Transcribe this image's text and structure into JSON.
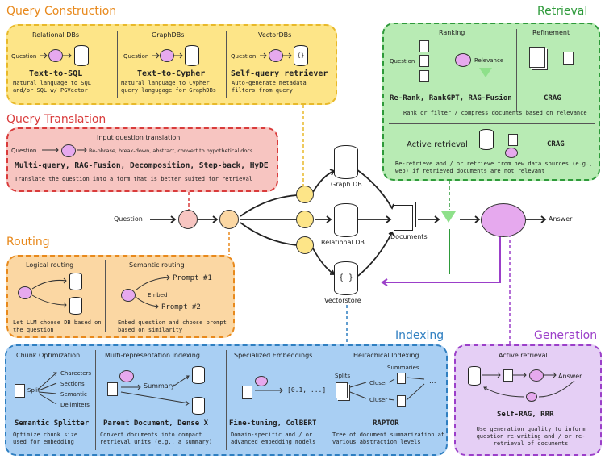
{
  "sections": {
    "query_construction": {
      "title": "Query Construction",
      "relational": {
        "header": "Relational DBs",
        "question": "Question",
        "method": "Text-to-SQL",
        "desc": "Natural language to SQL and/or SQL w/ PGVector"
      },
      "graph": {
        "header": "GraphDBs",
        "question": "Question",
        "method": "Text-to-Cypher",
        "desc": "Natural language to Cypher query langugage for GraphDBs"
      },
      "vector": {
        "header": "VectorDBs",
        "question": "Question",
        "method": "Self-query retriever",
        "desc": "Auto-generate metadata filters from query"
      }
    },
    "query_translation": {
      "title": "Query Translation",
      "header": "Input question translation",
      "question": "Question",
      "flow": "Re-phrase, break-down, abstract, convert to hypothetical docs",
      "methods": "Multi-query, RAG-Fusion, Decomposition, Step-back, HyDE",
      "desc": "Translate the question into a form that is better suited for retrieval"
    },
    "routing": {
      "title": "Routing",
      "logical": {
        "header": "Logical routing",
        "desc": "Let LLM choose DB based on the question"
      },
      "semantic": {
        "header": "Semantic routing",
        "prompt1": "Prompt #1",
        "embed": "Embed",
        "prompt2": "Prompt #2",
        "desc": "Embed question and choose prompt based on similarity"
      }
    },
    "retrieval": {
      "title": "Retrieval",
      "ranking": {
        "header": "Ranking",
        "question": "Question",
        "relevance": "Relevance",
        "methods": "Re-Rank, RankGPT, RAG-Fusion",
        "desc": "Rank or filter / compress documents based on relevance"
      },
      "refinement": {
        "header": "Refinement",
        "method": "CRAG"
      },
      "active": {
        "header": "Active retrieval",
        "method": "CRAG",
        "desc": "Re-retrieve and / or retrieve from new data sources (e.g., web) if retrieved documents are not relevant"
      }
    },
    "indexing": {
      "title": "Indexing",
      "chunk": {
        "header": "Chunk Optimization",
        "split": "Split",
        "items": [
          "Charecters",
          "Sections",
          "Semantic",
          "Delimiters"
        ],
        "method": "Semantic Splitter",
        "desc": "Optimize chunk size used for embedding"
      },
      "multirep": {
        "header": "Multi-representation indexing",
        "summary": "Summary",
        "method": "Parent Document, Dense X",
        "desc": "Convert documents into compact retrieval units (e.g., a summary)"
      },
      "embeddings": {
        "header": "Specialized Embeddings",
        "vector": "[0.1, ...]",
        "method": "Fine-tuning, ColBERT",
        "desc": "Domain-specific and / or advanced embedding models"
      },
      "hierarchical": {
        "header": "Heirachical Indexing",
        "splits": "Splits",
        "summaries": "Summaries",
        "cluster1": "Cluser",
        "cluster2": "Cluser",
        "ellipsis": "...",
        "method": "RAPTOR",
        "desc": "Tree of document summarization at various abstraction levels"
      }
    },
    "generation": {
      "title": "Generation",
      "header": "Active retrieval",
      "answer": "Answer",
      "method": "Self-RAG, RRR",
      "desc": "Use generation quality to inform question re-writing and / or re-retrieval of documents"
    }
  },
  "flow": {
    "question": "Question",
    "graph_db": "Graph DB",
    "relational_db": "Relational DB",
    "vectorstore": "Vectorstore",
    "documents": "Documents",
    "answer": "Answer"
  },
  "colors": {
    "orange_title": "#e8891c",
    "red_title": "#d93b3b",
    "green_title": "#2e9a3a",
    "blue_title": "#2f7fc1",
    "purple_title": "#9b3fc9",
    "yellow_fill": "#fde588",
    "yellow_border": "#e8b92a",
    "red_fill": "#f7c5c1",
    "red_border": "#d93b3b",
    "orange_fill": "#fbd7a3",
    "orange_border": "#e8891c",
    "green_fill": "#b8ebb4",
    "green_border": "#2e9a3a",
    "blue_fill": "#a9cff3",
    "blue_border": "#2f7fc1",
    "purple_fill": "#e5cff5",
    "purple_border": "#9b3fc9"
  }
}
